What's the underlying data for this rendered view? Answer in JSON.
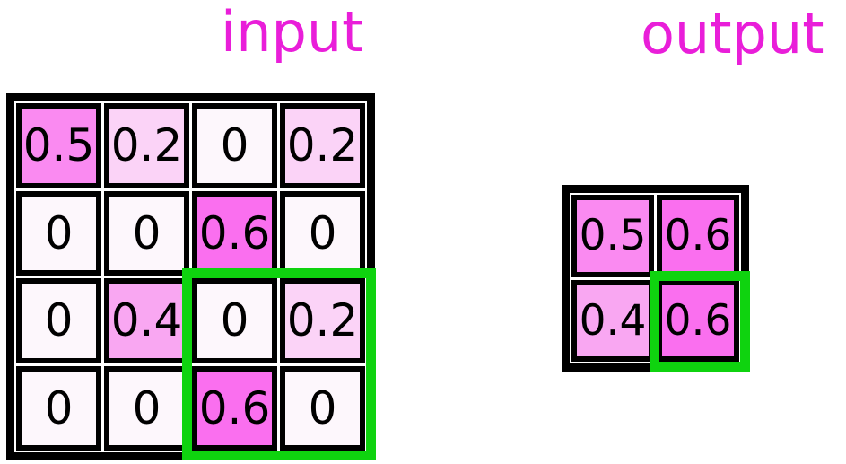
{
  "title_input": "input",
  "title_output": "output",
  "colors": {
    "title": "#e91ed9",
    "highlight": "#0fd30f",
    "line": "#000000",
    "value_scale": {
      "0": "#fdf7fc",
      "0.2": "#fbd3f7",
      "0.4": "#f9a7f2",
      "0.5": "#fa8af1",
      "0.6": "#fa6fef"
    }
  },
  "input_grid": {
    "rows": 4,
    "cols": 4,
    "highlight_region": "rows 3-4, cols 3-4",
    "cells": [
      {
        "label": "0.5",
        "value": 0.5,
        "color": "#fa8af1"
      },
      {
        "label": "0.2",
        "value": 0.2,
        "color": "#fbd3f7"
      },
      {
        "label": "0",
        "value": 0,
        "color": "#fdf7fc"
      },
      {
        "label": "0.2",
        "value": 0.2,
        "color": "#fbd3f7"
      },
      {
        "label": "0",
        "value": 0,
        "color": "#fdf7fc"
      },
      {
        "label": "0",
        "value": 0,
        "color": "#fdf7fc"
      },
      {
        "label": "0.6",
        "value": 0.6,
        "color": "#fa6fef"
      },
      {
        "label": "0",
        "value": 0,
        "color": "#fdf7fc"
      },
      {
        "label": "0",
        "value": 0,
        "color": "#fdf7fc"
      },
      {
        "label": "0.4",
        "value": 0.4,
        "color": "#f9a7f2"
      },
      {
        "label": "0",
        "value": 0,
        "color": "#fdf7fc"
      },
      {
        "label": "0.2",
        "value": 0.2,
        "color": "#fbd3f7"
      },
      {
        "label": "0",
        "value": 0,
        "color": "#fdf7fc"
      },
      {
        "label": "0",
        "value": 0,
        "color": "#fdf7fc"
      },
      {
        "label": "0.6",
        "value": 0.6,
        "color": "#fa6fef"
      },
      {
        "label": "0",
        "value": 0,
        "color": "#fdf7fc"
      }
    ]
  },
  "output_grid": {
    "rows": 2,
    "cols": 2,
    "highlight_region": "row 2, col 2",
    "cells": [
      {
        "label": "0.5",
        "value": 0.5,
        "color": "#fa8af1"
      },
      {
        "label": "0.6",
        "value": 0.6,
        "color": "#fa6fef"
      },
      {
        "label": "0.4",
        "value": 0.4,
        "color": "#f9a7f2"
      },
      {
        "label": "0.6",
        "value": 0.6,
        "color": "#fa6fef"
      }
    ]
  }
}
